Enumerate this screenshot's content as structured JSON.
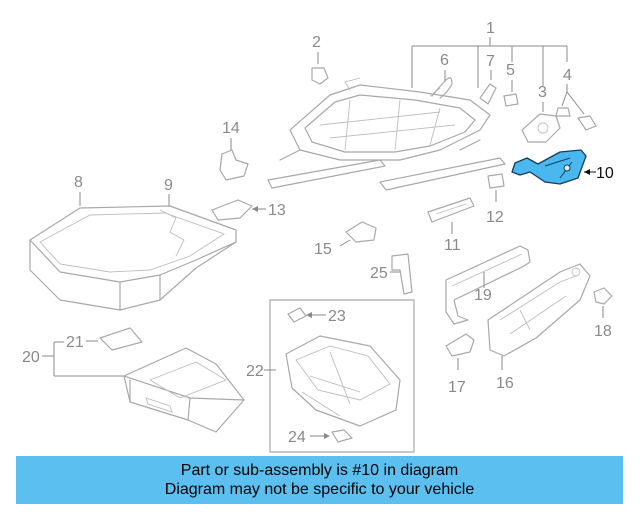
{
  "callouts": {
    "c1": "1",
    "c2": "2",
    "c3": "3",
    "c4": "4",
    "c5": "5",
    "c6": "6",
    "c7": "7",
    "c8": "8",
    "c9": "9",
    "c10": "10",
    "c11": "11",
    "c12": "12",
    "c13": "13",
    "c14": "14",
    "c15": "15",
    "c16": "16",
    "c17": "17",
    "c18": "18",
    "c19": "19",
    "c20": "20",
    "c21": "21",
    "c22": "22",
    "c23": "23",
    "c24": "24",
    "c25": "25"
  },
  "highlighted_part": "10",
  "highlight_color": "#49b8ee",
  "banner": {
    "line1": "Part or sub-assembly is #10 in diagram",
    "line2": "Diagram may not be specific to your vehicle",
    "color": "#5bbff0"
  }
}
